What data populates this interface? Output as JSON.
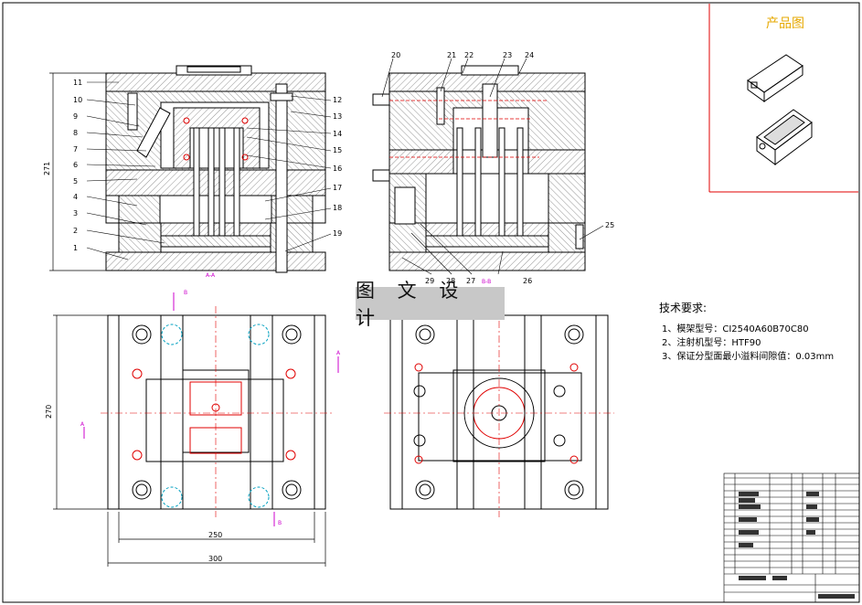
{
  "product_label": "产品图",
  "title_banner": "图 文 设 计",
  "tech_title": "技术要求:",
  "tech_items": [
    "1、模架型号：CI2540A60B70C80",
    "2、注射机型号：HTF90",
    "3、保证分型面最小溢料间隙值：0.03mm"
  ],
  "dims": {
    "height_top": "271",
    "height_bottom": "270",
    "width_inner": "250",
    "width_outer": "300"
  },
  "section_marks": {
    "a": "A-A",
    "b": "B-B",
    "A": "A",
    "B": "B"
  },
  "left_part_numbers": [
    "11",
    "10",
    "9",
    "8",
    "7",
    "6",
    "5",
    "4",
    "3",
    "2",
    "1"
  ],
  "right_part_numbers_a": [
    "12",
    "13",
    "14",
    "15",
    "16",
    "17",
    "18",
    "19"
  ],
  "right_view_numbers": [
    "20",
    "21",
    "22",
    "23",
    "24",
    "25",
    "26",
    "27",
    "28",
    "29"
  ],
  "colors": {
    "line": "#000000",
    "hatch": "#555555",
    "red": "#e00000",
    "magenta": "#cc00cc",
    "cyan": "#00a0c0",
    "frame_red": "#e00000"
  }
}
